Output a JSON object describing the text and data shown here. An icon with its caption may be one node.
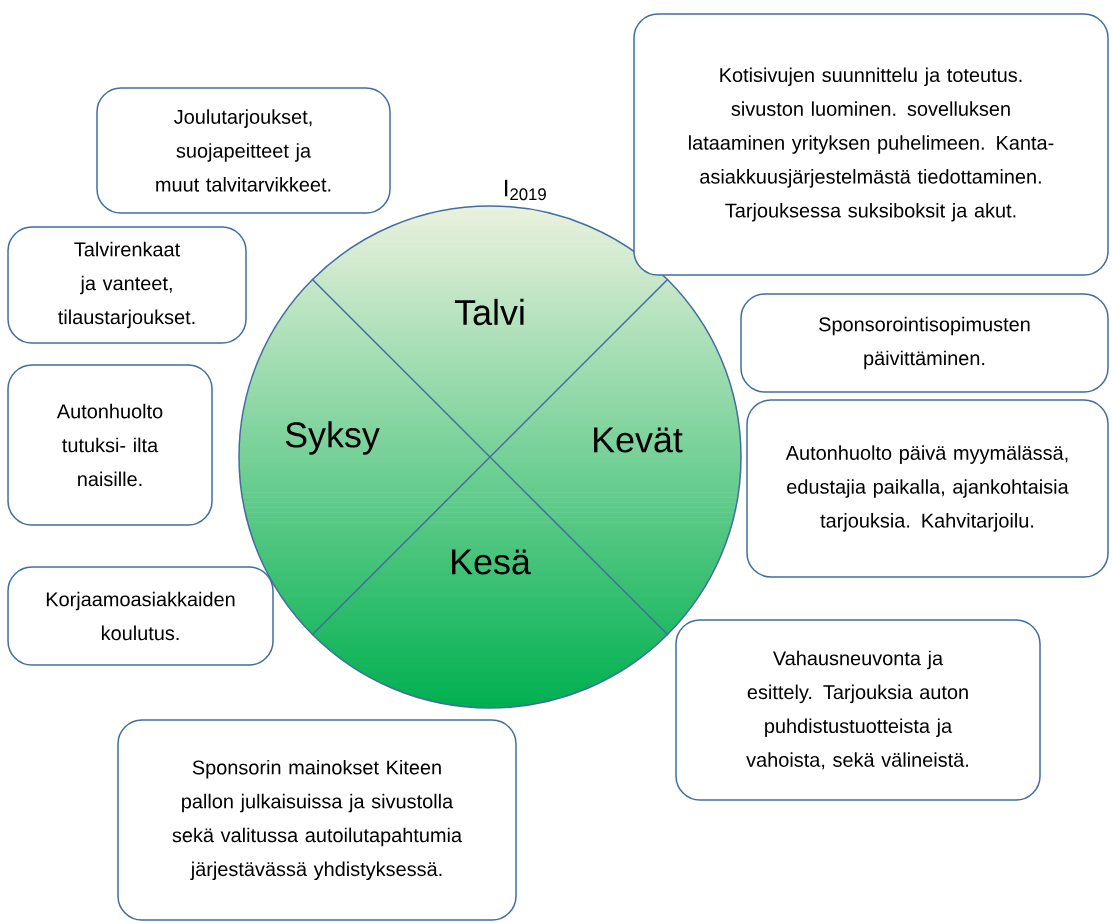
{
  "diagram": {
    "nodes": [
      {
        "text": [],
        "shape": "circle"
      },
      {
        "text": [
          "Talvi"
        ],
        "in": 0
      },
      {
        "text": [
          "Syksy"
        ],
        "in": 0
      },
      {
        "text": [
          "Kevät"
        ],
        "in": 0
      },
      {
        "text": [
          "Kesä"
        ],
        "in": 0
      },
      {
        "text": [
          "Kotisivujen suunnittelu ja toteutus. sivuston luominen. sovelluksen lataaminen yrityksen puhelimeen. Kanta-asiakkuusjärjestelmästä tiedottaminen. Tarjouksessa suksiboksit ja akut."
        ]
      },
      {
        "text": [
          "Joulutarjoukset, suojapeitteet ja muut talvitarvikkeet."
        ]
      },
      {
        "text": [
          "Talvirenkaat ja vanteet, tilaustarjoukset."
        ]
      },
      {
        "text": [
          "Sponsorointisopimusten päivittäminen."
        ]
      },
      {
        "text": [
          "Autonhuolto tutuksi- ilta naisille."
        ]
      },
      {
        "text": [
          "Autonhuolto päivä myymälässä, edustajia paikalla, ajankohtaisia tarjouksia. Kahvitarjoilu."
        ]
      },
      {
        "text": [
          "Korjaamoasiakkaiden koulutus."
        ]
      },
      {
        "text": [
          "Vahausneuvonta ja esittely. Tarjouksia auton puhdistustuotteista ja vahoista, sekä välineistä."
        ]
      },
      {
        "text": [
          "Sponsorin mainokset Kiteen pallon julkaisuissa ja sivustolla sekä valitussa autoilutapahtumia järjestävässä yhdistyksessä."
        ]
      }
    ],
    "labels": [
      "I$_{2019}$"
    ]
  }
}
